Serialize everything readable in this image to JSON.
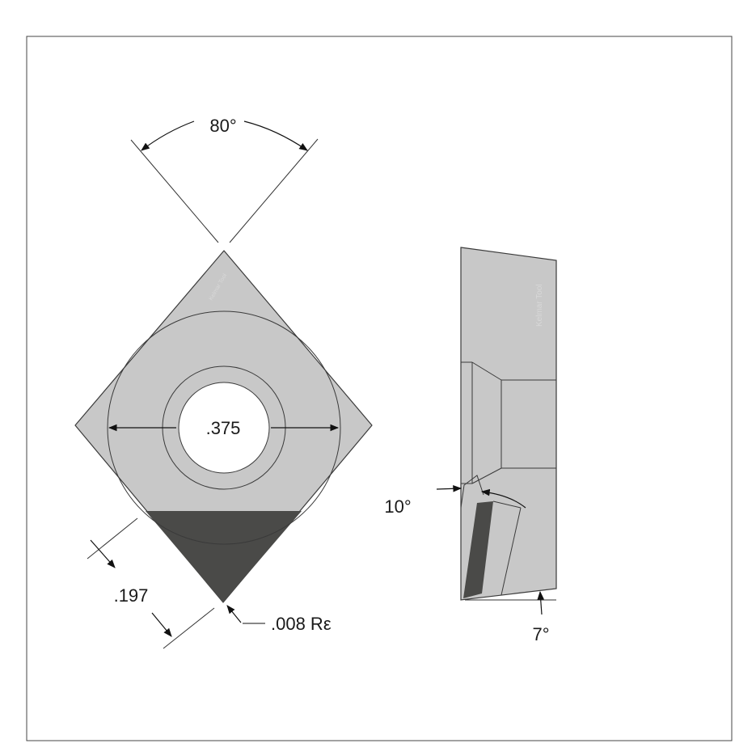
{
  "dimensions": {
    "included_angle": "80°",
    "inscribed_circle": ".375",
    "tip_length": ".197",
    "corner_radius": ".008 Rε",
    "rake_angle": "10°",
    "clearance_angle": "7°"
  },
  "watermark": "Kelmar Tool",
  "colors": {
    "insert_body": "#c8c8c8",
    "pcd_tip": "#4a4a48",
    "outline": "#3a3a3a",
    "frame": "#444444"
  }
}
